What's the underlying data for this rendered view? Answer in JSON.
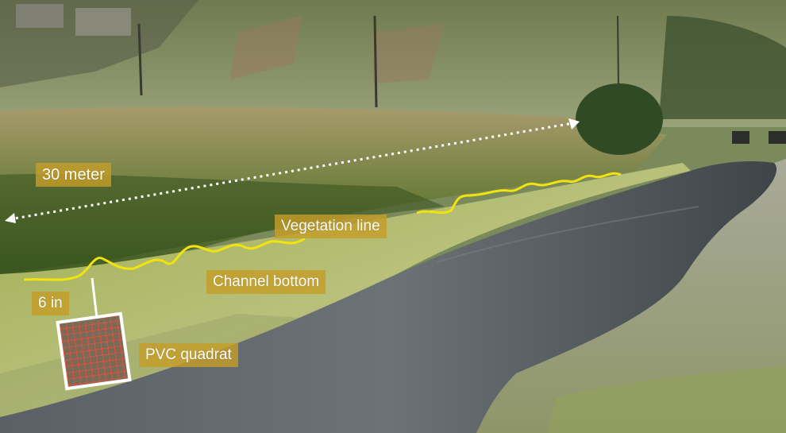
{
  "annotations": {
    "distance_label": "30 meter",
    "vegetation_label": "Vegetation line",
    "channel_label": "Channel bottom",
    "spacing_label": "6 in",
    "quadrat_label": "PVC quadrat"
  },
  "colors": {
    "vegetation_line": "#f2e20e",
    "label_background": "#c49e28",
    "label_text": "#ffffff",
    "quadrat_grid": "#e0523e",
    "quadrat_frame": "#ffffff",
    "water": "#5e6468"
  },
  "icons": {
    "measurement_arrow": "dotted-double-arrow-icon",
    "quadrat": "grid-square-icon"
  }
}
